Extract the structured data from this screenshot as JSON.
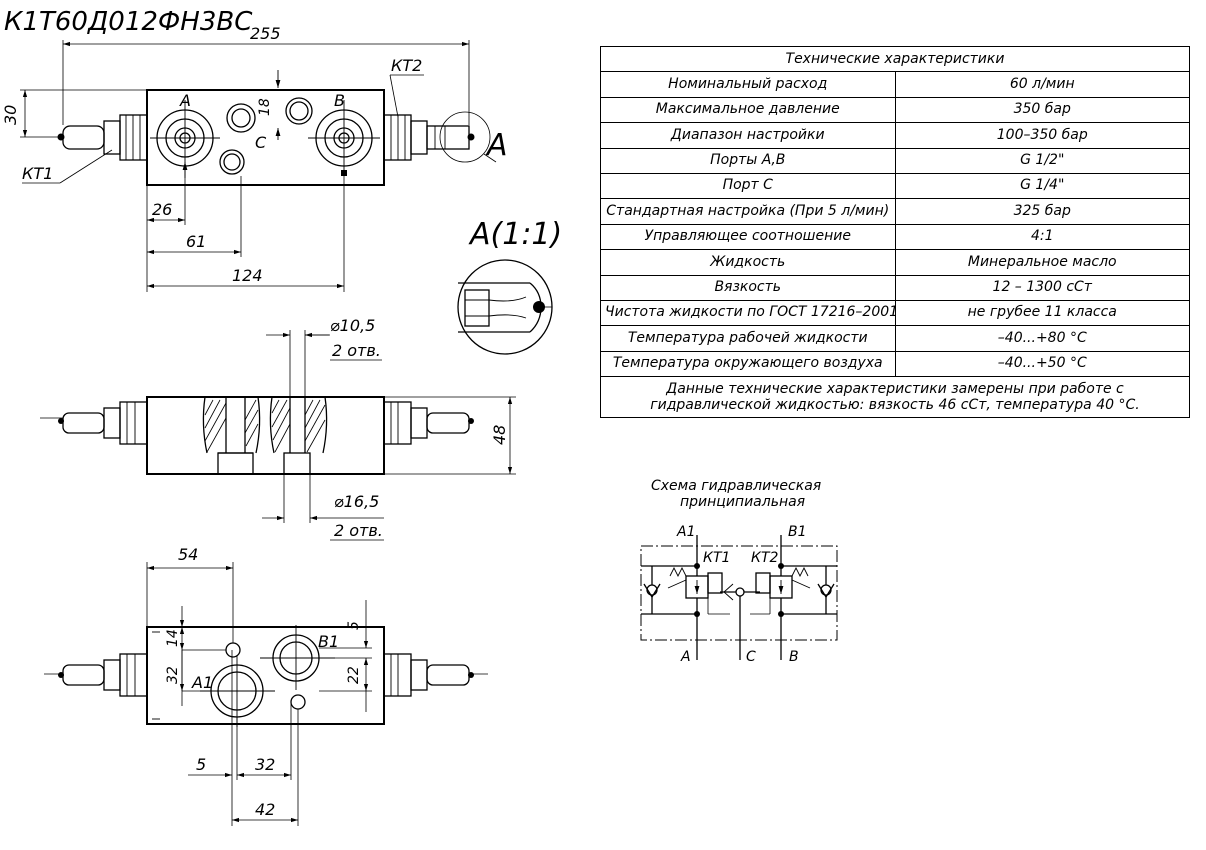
{
  "model_code": "К1Т60Д012ФН3ВС",
  "spec_table": {
    "title": "Технические характеристики",
    "rows": [
      {
        "param": "Номинальный расход",
        "value": "60 л/мин"
      },
      {
        "param": "Максимальное давление",
        "value": "350 бар"
      },
      {
        "param": "Диапазон настройки",
        "value": "100–350 бар"
      },
      {
        "param": "Порты А,В",
        "value": "G 1/2\""
      },
      {
        "param": "Порт С",
        "value": "G 1/4\""
      },
      {
        "param": "Стандартная настройка (При 5 л/мин)",
        "value": "325 бар"
      },
      {
        "param": "Управляющее соотношение",
        "value": "4:1"
      },
      {
        "param": "Жидкость",
        "value": "Минеральное масло"
      },
      {
        "param": "Вязкость",
        "value": "12 – 1300 сСт"
      },
      {
        "param": "Чистота жидкости по ГОСТ 17216–2001",
        "value": "не грубее 11 класса"
      },
      {
        "param": "Температура рабочей жидкости",
        "value": "–40...+80 °С"
      },
      {
        "param": "Температура окружающего воздуха",
        "value": "–40...+50 °С"
      }
    ],
    "note": "Данные технические характеристики замерены при работе с гидравлической жидкостью: вязкость 46 сСт, температура 40 °С."
  },
  "front_view": {
    "dim_overall": "255",
    "dim_height": "30",
    "dim_port_offset": "18",
    "dim_26": "26",
    "dim_61": "61",
    "dim_124": "124",
    "port_a": "А",
    "port_b": "В",
    "port_c": "С",
    "kt1": "КТ1",
    "kt2": "КТ2",
    "detail_callout": "А"
  },
  "detail_view": {
    "label": "А(1:1)"
  },
  "side_view": {
    "hole_top_diameter": "⌀10,5",
    "hole_top_count": "2 отв.",
    "hole_bottom_diameter": "⌀16,5",
    "hole_bottom_count": "2 отв.",
    "dim_48": "48"
  },
  "bottom_view": {
    "dim_54": "54",
    "dim_14": "14",
    "dim_32_vertical": "32",
    "dim_5_top": "5",
    "dim_22": "22",
    "dim_5_bottom": "5",
    "dim_32_horizontal": "32",
    "dim_42": "42",
    "port_a1": "А1",
    "port_b1": "В1"
  },
  "schematic": {
    "title_line1": "Схема гидравлическая",
    "title_line2": "принципиальная",
    "a1": "А1",
    "b1": "В1",
    "kt1": "КТ1",
    "kt2": "КТ2",
    "a": "А",
    "c": "С",
    "b": "В"
  }
}
